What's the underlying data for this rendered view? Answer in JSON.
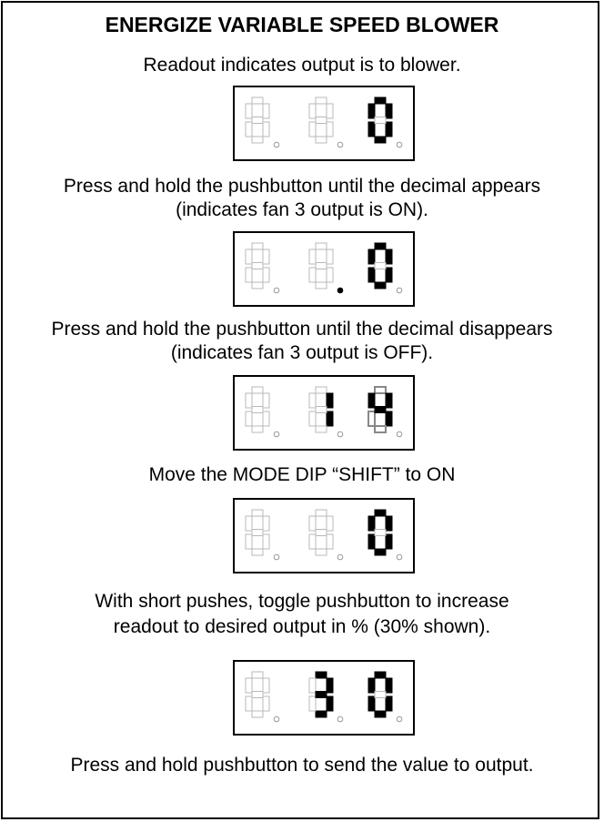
{
  "title": "ENERGIZE VARIABLE SPEED BLOWER",
  "steps": [
    {
      "lines": [
        "Readout indicates output is to blower."
      ],
      "readout": {
        "digits": [
          "",
          "",
          "0"
        ],
        "decimals": [
          false,
          false,
          false
        ],
        "dim_digit_3": ""
      }
    },
    {
      "lines": [
        "Press and hold the pushbutton until the decimal appears",
        "(indicates fan 3 output is ON)."
      ],
      "readout": {
        "digits": [
          "",
          "",
          "0"
        ],
        "decimals": [
          false,
          true,
          false
        ],
        "dim_digit_3": ""
      }
    },
    {
      "lines": [
        "Press and hold the pushbutton until the decimal disappears",
        "(indicates fan 3 output is OFF)."
      ],
      "readout": {
        "digits": [
          "",
          "1",
          "4"
        ],
        "decimals": [
          false,
          false,
          false
        ],
        "dim_digit_3": "8"
      }
    },
    {
      "lines": [
        "Move the MODE DIP “SHIFT” to ON"
      ],
      "readout": {
        "digits": [
          "",
          "",
          "0"
        ],
        "decimals": [
          false,
          false,
          false
        ],
        "dim_digit_3": ""
      }
    },
    {
      "lines": [
        "With short pushes, toggle pushbutton to increase",
        "readout to desired output in % (30% shown)."
      ],
      "readout": {
        "digits": [
          "",
          "3",
          "0"
        ],
        "decimals": [
          false,
          false,
          false
        ],
        "dim_digit_3": ""
      }
    },
    {
      "lines": [
        "Press and hold pushbutton to send the value to output."
      ]
    }
  ]
}
